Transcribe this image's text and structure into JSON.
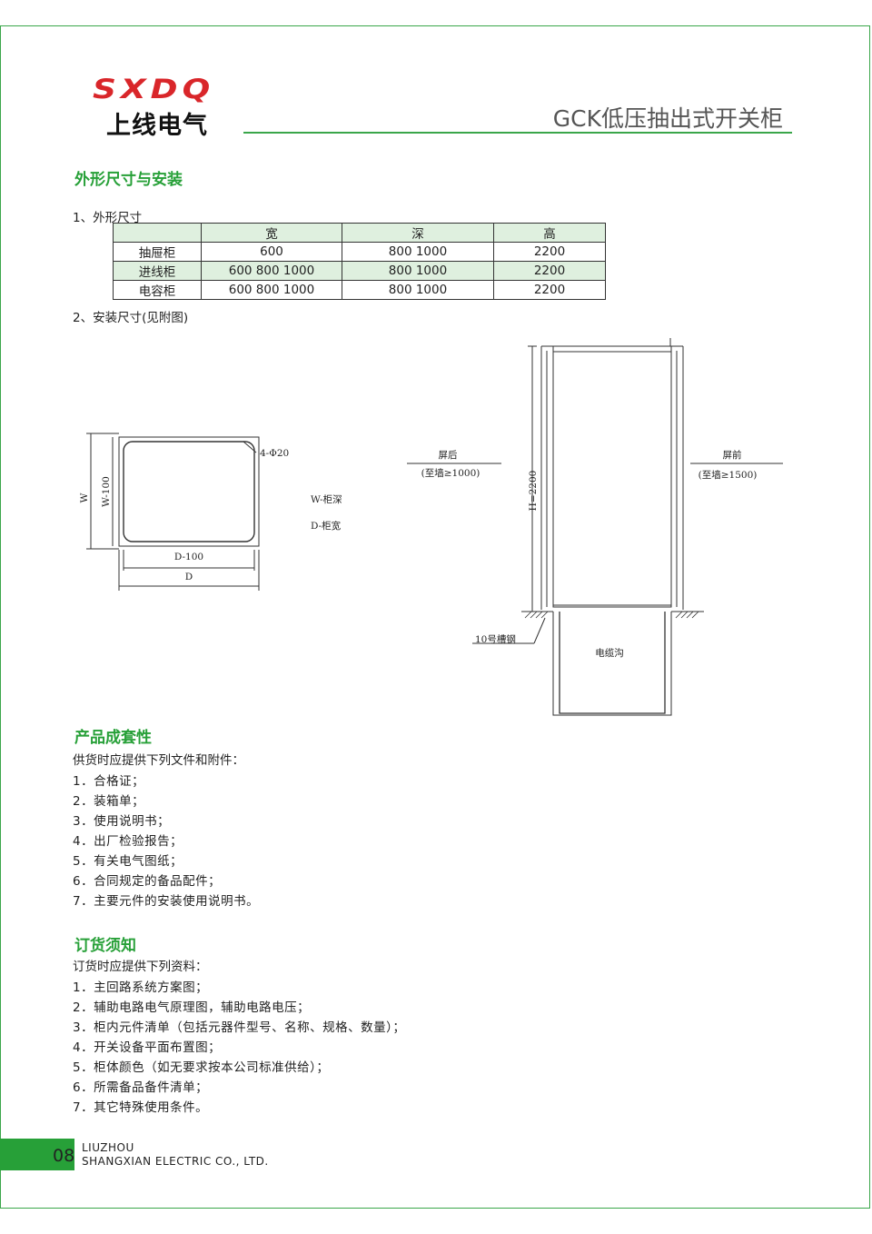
{
  "header": {
    "logo_en": "SXDQ",
    "logo_cn": "上线电气",
    "title": "GCK低压抽出式开关柜"
  },
  "section_dims": {
    "title": "外形尺寸与安装",
    "sub1": "1、外形尺寸",
    "table": {
      "headers": [
        "",
        "宽",
        "深",
        "高"
      ],
      "rows": [
        [
          "抽屉柜",
          "600",
          "800  1000",
          "2200"
        ],
        [
          "进线柜",
          "600  800  1000",
          "800  1000",
          "2200"
        ],
        [
          "电容柜",
          "600  800  1000",
          "800  1000",
          "2200"
        ]
      ]
    },
    "sub2": "2、安装尺寸(见附图)"
  },
  "drawing": {
    "plan": {
      "hole_label": "4-Φ20",
      "w_label": "W",
      "w100_label": "W-100",
      "d100_label": "D-100",
      "d_label": "D",
      "legend_w": "W-柜深",
      "legend_d": "D-柜宽"
    },
    "elevation": {
      "rear_label": "屏后",
      "rear_note": "(至墙≥1000)",
      "front_label": "屏前",
      "front_note": "(至墙≥1500)",
      "height_label": "H=2200",
      "channel_label": "10号槽钢",
      "trench_label": "电缆沟"
    }
  },
  "section_completeness": {
    "title": "产品成套性",
    "intro": "供货时应提供下列文件和附件：",
    "items": [
      "1．合格证；",
      "2．装箱单；",
      "3．使用说明书；",
      "4．出厂检验报告；",
      "5．有关电气图纸；",
      "6．合同规定的备品配件；",
      "7．主要元件的安装使用说明书。"
    ]
  },
  "section_order": {
    "title": "订货须知",
    "intro": "订货时应提供下列资料：",
    "items": [
      "1．主回路系统方案图；",
      "2．辅助电路电气原理图，辅助电路电压；",
      "3．柜内元件清单（包括元器件型号、名称、规格、数量）；",
      "4．开关设备平面布置图；",
      "5．柜体颜色（如无要求按本公司标准供给）；",
      "6．所需备品备件清单；",
      "7．其它特殊使用条件。"
    ]
  },
  "footer": {
    "page_number": "08",
    "company_line1": "LIUZHOU",
    "company_line2": "SHANGXIAN ELECTRIC CO., LTD."
  },
  "colors": {
    "accent_green": "#27a038",
    "logo_red": "#d9262a",
    "table_shade": "#dff0df"
  }
}
